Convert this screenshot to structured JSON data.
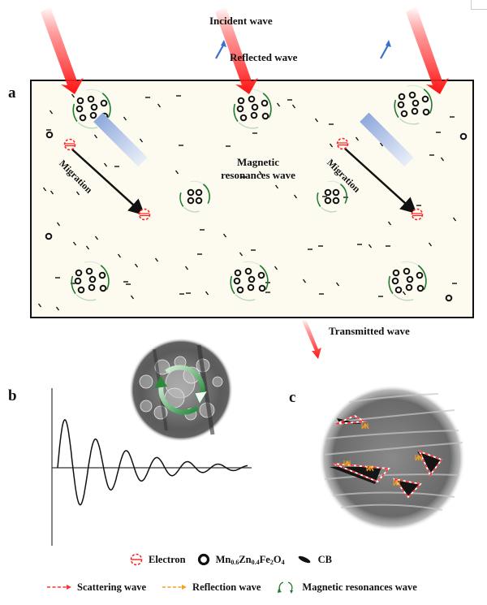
{
  "panels": {
    "a": {
      "letter": "a",
      "labels": {
        "incident": "Incident wave",
        "reflected": "Reflected wave",
        "transmitted": "Transmitted wave",
        "center_line1": "Magnetic",
        "center_line2": "resonances wave",
        "migration": "Migration"
      },
      "colors": {
        "background": "#fdfbf0",
        "incident_arrow": "#ff1a1a",
        "reflected_arrow": "#3a6fd0",
        "resonance_arc": "#1f7a2e",
        "electron": "#ff2020",
        "migration_label_bg": "#9fb4dc"
      }
    },
    "b": {
      "letter": "b",
      "description": "damped oscillation curve with SEM inset showing rotating green arrows"
    },
    "c": {
      "letter": "c",
      "description": "SEM image with red/white dashed scattering triangles and orange reflection marks"
    }
  },
  "legend": {
    "row1": [
      {
        "icon": "electron-icon",
        "label": "Electron"
      },
      {
        "icon": "ferrite-particle-icon",
        "label_main": "Mn",
        "sub1": "0.6",
        "mid1": "Zn",
        "sub2": "0.4",
        "mid2": "Fe",
        "sub3": "2",
        "mid3": "O",
        "sub4": "4"
      },
      {
        "icon": "cb-icon",
        "label": "CB"
      }
    ],
    "row2": [
      {
        "icon": "scattering-wave-icon",
        "label": "Scattering wave",
        "color": "#ff3030"
      },
      {
        "icon": "reflection-wave-icon",
        "label": "Reflection wave",
        "color": "#f5a020"
      },
      {
        "icon": "magnetic-resonance-icon",
        "label": "Magnetic resonances wave",
        "color": "#1f7a2e"
      }
    ]
  }
}
